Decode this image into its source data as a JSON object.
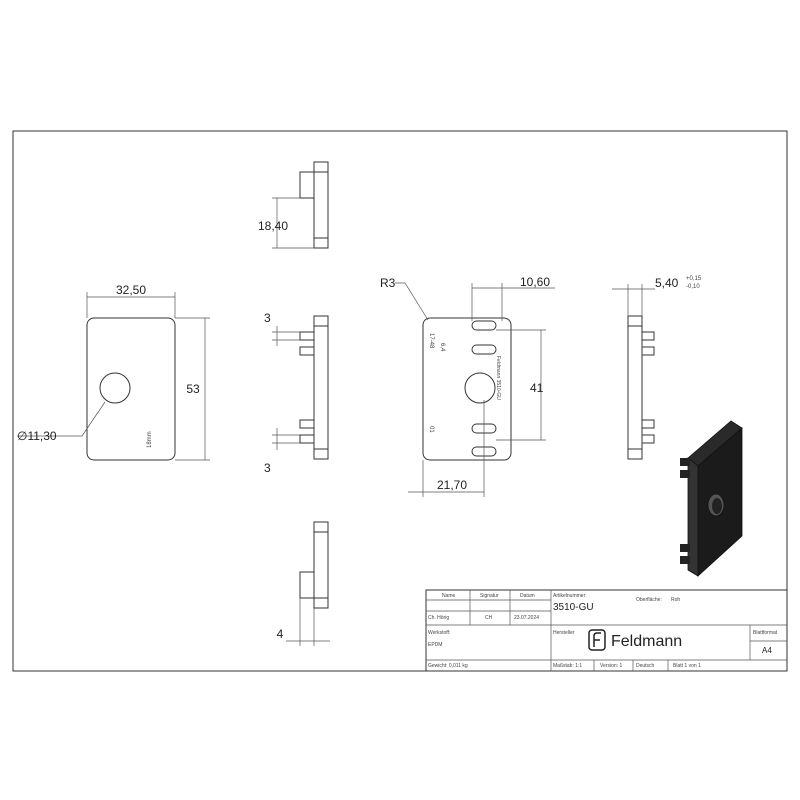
{
  "dimensions": {
    "front_width": "32,50",
    "front_height": "53",
    "hole_diameter": "∅11,30",
    "top_height": "18,40",
    "side_3_top": "3",
    "side_3_bottom": "3",
    "bottom_thickness": "4",
    "radius": "R3",
    "slot_offset": "10,60",
    "slot_span": "41",
    "slot_from_left": "21,70",
    "rib_depth": "5,40",
    "tol_plus": "+0,15",
    "tol_minus": "-0,10"
  },
  "part_markings": {
    "size_mark": "18mm",
    "mark_a": "6,4",
    "mark_b": "17-48",
    "mark_c": "01",
    "mark_d": "Feldmann 3510-GU"
  },
  "title_block": {
    "name_label": "Name",
    "signature_label": "Signatur",
    "date_label": "Datum",
    "drawn_by": "Ch. Hörig",
    "signature": "CH",
    "date": "23.07.2024",
    "article_label": "Artikelnummer",
    "article_number": "3510-GU",
    "surface_label": "Oberfläche:",
    "surface_value": "Roh",
    "material_label": "Werkstoff:",
    "material_value": "EPDM",
    "manufacturer_label": "Hersteller",
    "brand": "Feldmann",
    "format_label": "Blattformat",
    "format_value": "A4",
    "weight": "Gewicht: 0,011 kg",
    "scale": "Maßstab: 1:1",
    "version": "Version: 1",
    "language": "Deutsch",
    "sheet": "Blatt 1 von 1"
  }
}
